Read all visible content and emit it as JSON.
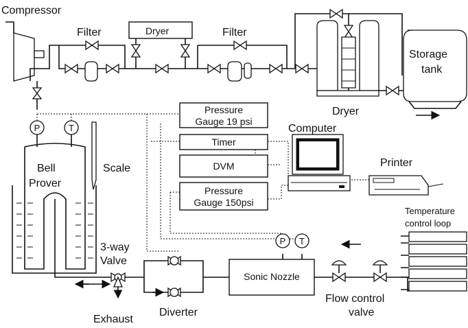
{
  "labels": {
    "compressor": "Compressor",
    "filter_1": "Filter",
    "dryer_top": "Dryer",
    "filter_2": "Filter",
    "storage_tank_1": "Storage",
    "storage_tank_2": "tank",
    "dryer_right": "Dryer",
    "gauge_p": "P",
    "gauge_t": "T",
    "bell_prover_1": "Bell",
    "bell_prover_2": "Prover",
    "scale": "Scale",
    "pressure_gauge_19_1": "Pressure",
    "pressure_gauge_19_2": "Gauge 19 psi",
    "timer": "Timer",
    "dvm": "DVM",
    "pressure_gauge_150_1": "Pressure",
    "pressure_gauge_150_2": "Gauge 150psi",
    "computer": "Computer",
    "printer": "Printer",
    "temp_loop_1": "Temperature",
    "temp_loop_2": "control loop",
    "three_way_1": "3-way",
    "three_way_2": "Valve",
    "exhaust": "Exhaust",
    "diverter": "Diverter",
    "sonic_nozzle": "Sonic Nozzle",
    "flow_control_1": "Flow control",
    "flow_control_2": "valve"
  }
}
